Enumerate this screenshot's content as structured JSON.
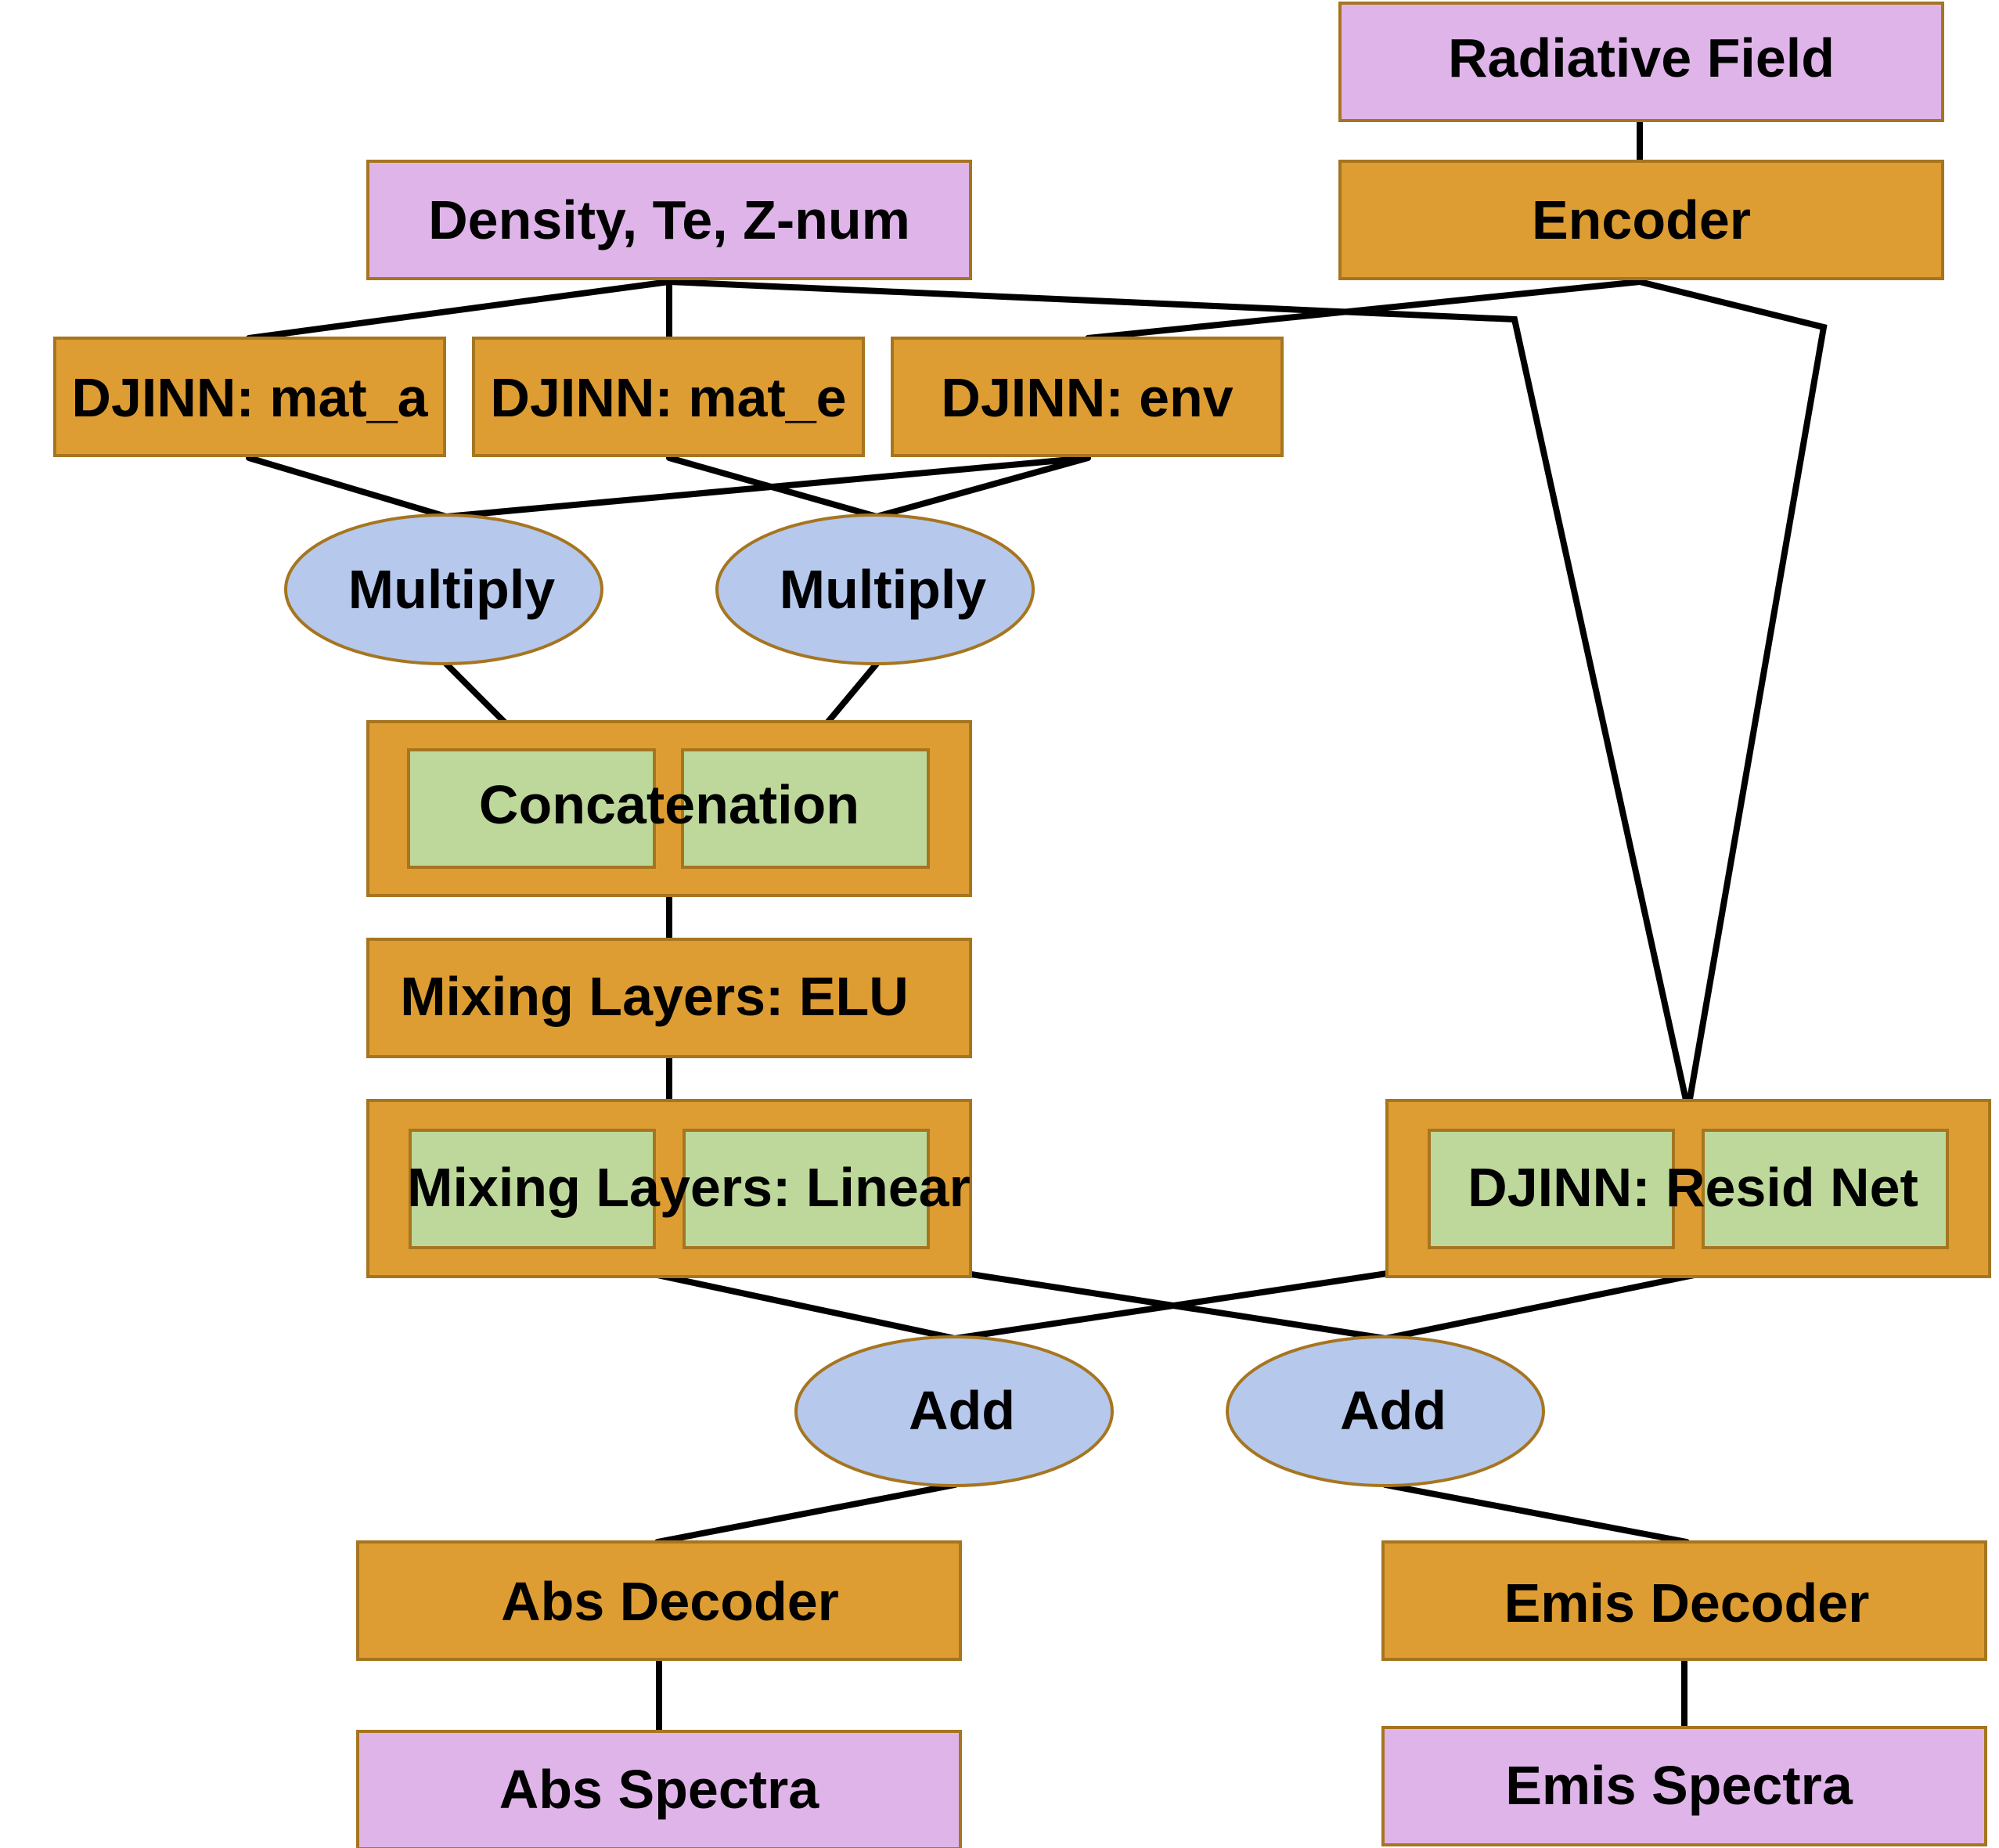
{
  "colors": {
    "input_output_fill": "#dfb4e9",
    "block_fill": "#de9d32",
    "block_stroke": "#a67520",
    "inner_fill": "#bdd89a",
    "op_fill": "#b6c8ec",
    "edge": "#000000"
  },
  "nodes": {
    "radiative_field": "Radiative Field",
    "inputs": "Density, Te, Z-num",
    "encoder": "Encoder",
    "djinn_mat_a": "DJINN: mat_a",
    "djinn_mat_e": "DJINN: mat_e",
    "djinn_env": "DJINN: env",
    "multiply_left": "Multiply",
    "multiply_right": "Multiply",
    "concatenation": "Concatenation",
    "mixing_elu": "Mixing Layers: ELU",
    "mixing_linear": "Mixing Layers: Linear",
    "djinn_resid_net": "DJINN: Resid Net",
    "add_left": "Add",
    "add_right": "Add",
    "abs_decoder": "Abs Decoder",
    "emis_decoder": "Emis Decoder",
    "abs_spectra": "Abs Spectra",
    "emis_spectra": "Emis Spectra"
  }
}
